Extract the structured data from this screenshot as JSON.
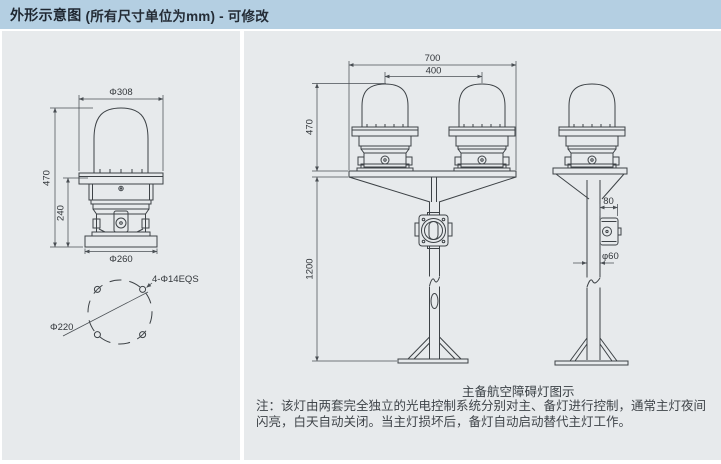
{
  "header": {
    "title_main": "外形示意图",
    "title_rest": "(所有尺寸单位为mm) - 可修改"
  },
  "colors": {
    "header_bg": "#b4cfe2",
    "panel_bg": "#e7eaec",
    "line": "#3d4246",
    "text": "#33373b"
  },
  "left_view": {
    "dim_top_diameter": "Φ308",
    "dim_total_height": "470",
    "dim_lower_height": "240",
    "dim_base_diameter": "Φ260",
    "bolt_circle": {
      "holes_label": "4-Φ14EQS",
      "circle_diameter_label": "Φ220"
    }
  },
  "front_view": {
    "dim_overall_width": "700",
    "dim_lamp_spacing": "400",
    "dim_lamp_height": "470",
    "dim_pole_height": "1200"
  },
  "side_view": {
    "dim_box_width": "80",
    "dim_pole_diameter": "φ60"
  },
  "caption": "主备航空障碍灯图示",
  "note": {
    "line1": "注：该灯由两套完全独立的光电控制系统分别对主、备灯进行控制，通常主灯夜间",
    "line2": "闪亮，白天自动关闭。当主灯损坏后，备灯自动启动替代主灯工作。"
  }
}
